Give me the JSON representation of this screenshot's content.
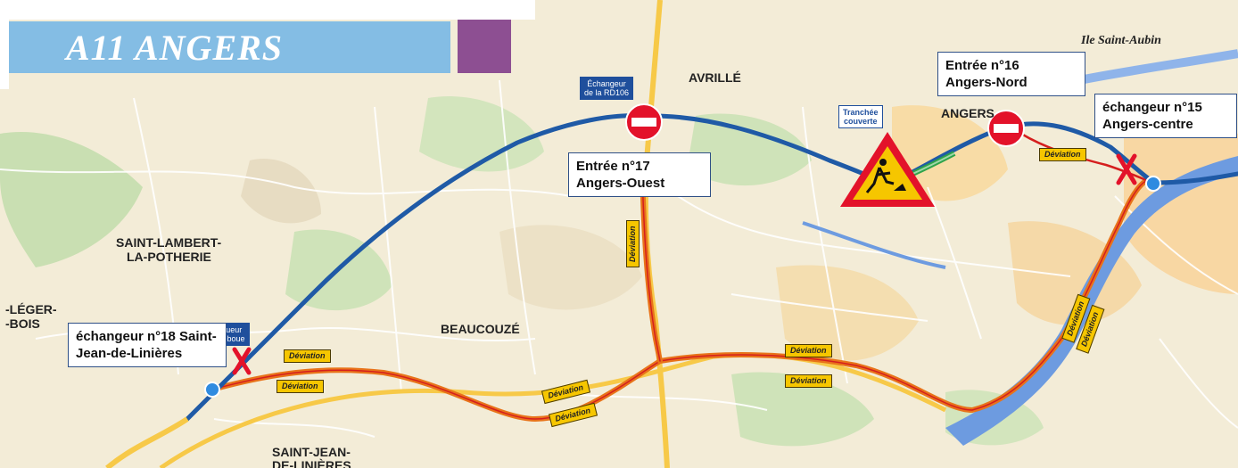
{
  "title": "A11 ANGERS",
  "colors": {
    "title_band": "#84bde4",
    "purple": "#8d4f92",
    "a11_route": "#1f5aa6",
    "deviation_route": "#e8731a",
    "water": "#6d9be0",
    "stop_sign": "#e3122a"
  },
  "callouts": {
    "entree16": {
      "line1": "Entrée n°16",
      "line2": "Angers-Nord"
    },
    "entree17": {
      "line1": "Entrée n°17",
      "line2": "Angers-Ouest"
    },
    "echangeur15": {
      "line1": "échangeur n°15",
      "line2": "Angers-centre"
    },
    "echangeur18": {
      "line1": "échangeur n°18 Saint-",
      "line2": "Jean-de-Linières"
    }
  },
  "places": {
    "avrille": "AVRILLÉ",
    "angers": "ANGERS",
    "beaucouze": "BEAUCOUZÉ",
    "saint_lambert_1": "SAINT-LAMBERT-",
    "saint_lambert_2": "LA-POTHERIE",
    "saint_jean_1": "SAINT-JEAN-",
    "saint_jean_2": "DE-LINIÈRES",
    "leger_1": "-LÉGER-",
    "leger_2": "-BOIS",
    "ile_saint_aubin": "Ile Saint-Aubin"
  },
  "badges": {
    "rd106_1": "Échangeur",
    "rd106_2": "de la RD106",
    "tranchee_1": "Tranchée",
    "tranchee_2": "couverte",
    "plessis_1": "gueur",
    "plessis_2": "seboue"
  },
  "deviation_label": "Déviation",
  "icons": [
    "road-closed-icon",
    "roadworks-warning-icon",
    "closure-cross-icon",
    "interchange-dot-icon"
  ]
}
